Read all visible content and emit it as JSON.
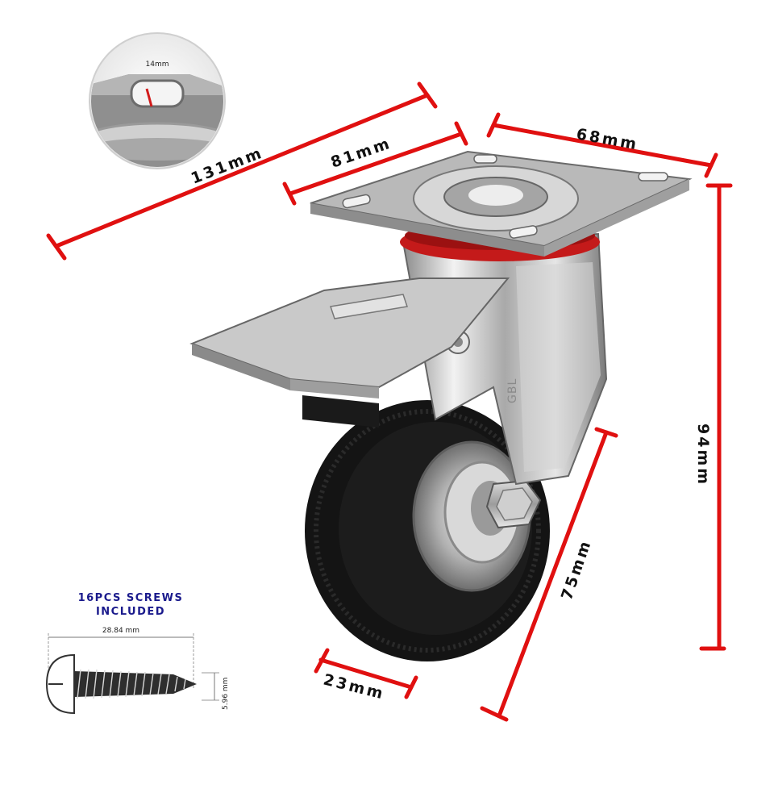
{
  "colors": {
    "dimension_line": "#e01010",
    "label": "#111111",
    "screw_title": "#1a1a8c",
    "mount_plate_ring": "#c41a1a",
    "tyre": "#141414"
  },
  "inset": {
    "bolt_hole_label": "14mm"
  },
  "dimensions": {
    "overall_length": "131mm",
    "plate_length": "81mm",
    "plate_width": "68mm",
    "total_height": "94mm",
    "wheel_diameter": "75mm",
    "wheel_width": "23mm"
  },
  "screws": {
    "title_line1": "16PCS SCREWS",
    "title_line2": "INCLUDED",
    "length_label": "28.84 mm",
    "diameter_label": "5.96 mm"
  },
  "brand": {
    "logo_text": "GBL"
  }
}
